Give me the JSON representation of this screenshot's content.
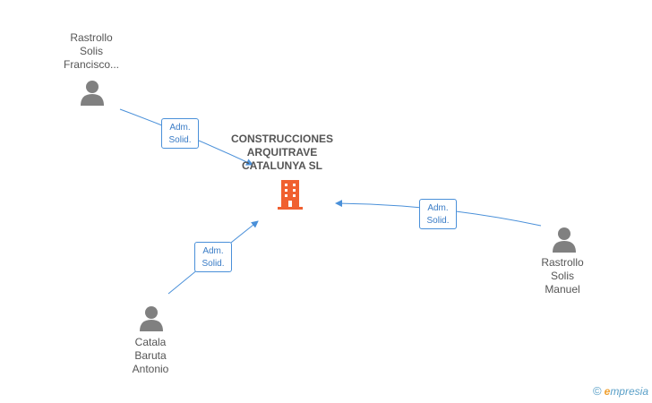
{
  "company": {
    "name_lines": [
      "CONSTRUCCIONES",
      "ARQUITRAVE",
      "CATALUNYA SL"
    ],
    "icon": "building-icon",
    "color": "#f06030"
  },
  "persons": [
    {
      "id": "p1",
      "name_lines": [
        "Rastrollo",
        "Solis",
        "Francisco..."
      ],
      "icon": "person-icon"
    },
    {
      "id": "p2",
      "name_lines": [
        "Catala",
        "Baruta",
        "Antonio"
      ],
      "icon": "person-icon"
    },
    {
      "id": "p3",
      "name_lines": [
        "Rastrollo",
        "Solis",
        "Manuel"
      ],
      "icon": "person-icon"
    }
  ],
  "relations": [
    {
      "from": "p1",
      "to": "company",
      "role_lines": [
        "Adm.",
        "Solid."
      ]
    },
    {
      "from": "p2",
      "to": "company",
      "role_lines": [
        "Adm.",
        "Solid."
      ]
    },
    {
      "from": "p3",
      "to": "company",
      "role_lines": [
        "Adm.",
        "Solid."
      ]
    }
  ],
  "colors": {
    "edge": "#4a90d9",
    "person_icon": "#808080",
    "label_text": "#555555"
  },
  "branding": {
    "copyright_symbol": "©",
    "logo_initial": "e",
    "logo_rest": "mpresia"
  }
}
